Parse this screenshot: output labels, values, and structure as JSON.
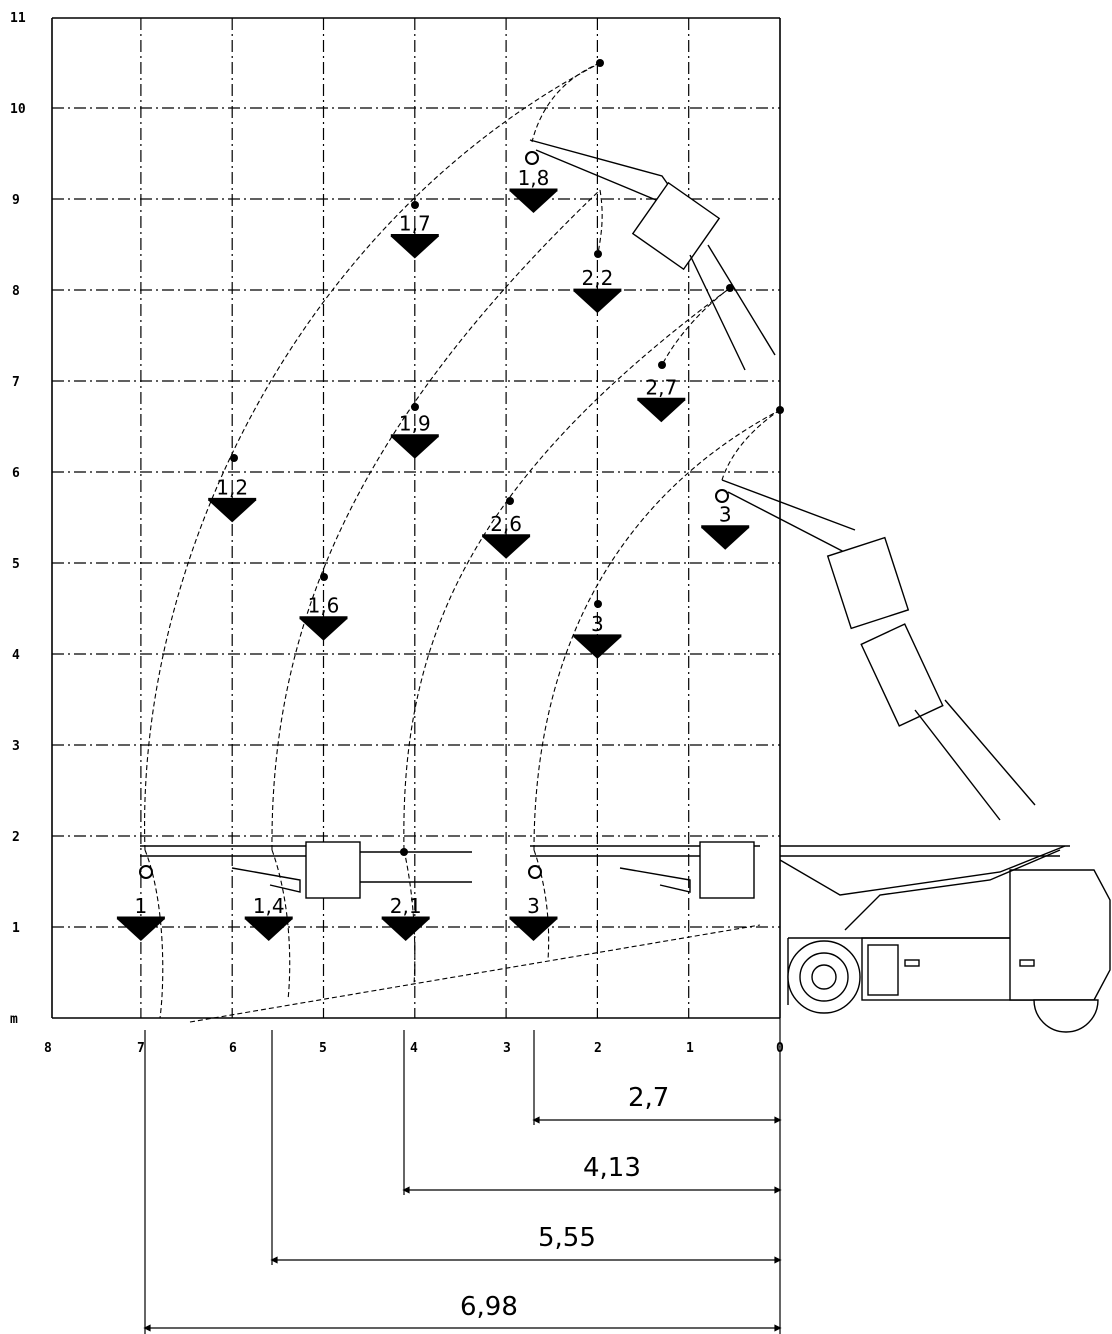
{
  "y_axis": {
    "ticks": [
      "11",
      "10",
      "9",
      "8",
      "7",
      "6",
      "5",
      "4",
      "3",
      "2",
      "1"
    ],
    "unit": "m"
  },
  "x_axis": {
    "ticks": [
      "8",
      "7",
      "6",
      "5",
      "4",
      "3",
      "2",
      "1",
      "0"
    ]
  },
  "load_points": [
    {
      "label": "1,8",
      "x_m": 2.7,
      "y_m": 9.0
    },
    {
      "label": "1,7",
      "x_m": 4.0,
      "y_m": 8.5
    },
    {
      "label": "2,2",
      "x_m": 2.0,
      "y_m": 7.9
    },
    {
      "label": "2,7",
      "x_m": 1.3,
      "y_m": 6.7
    },
    {
      "label": "1,2",
      "x_m": 6.0,
      "y_m": 5.6
    },
    {
      "label": "1,9",
      "x_m": 4.0,
      "y_m": 6.3
    },
    {
      "label": "2,6",
      "x_m": 3.0,
      "y_m": 5.2
    },
    {
      "label": "3",
      "x_m": 0.6,
      "y_m": 5.3
    },
    {
      "label": "1,6",
      "x_m": 5.0,
      "y_m": 4.3
    },
    {
      "label": "3",
      "x_m": 2.0,
      "y_m": 4.1
    },
    {
      "label": "1",
      "x_m": 7.0,
      "y_m": 1.0
    },
    {
      "label": "1,4",
      "x_m": 5.6,
      "y_m": 1.0
    },
    {
      "label": "2,1",
      "x_m": 4.1,
      "y_m": 1.0
    },
    {
      "label": "3",
      "x_m": 2.7,
      "y_m": 1.0
    }
  ],
  "reach_dimensions": [
    "2,7",
    "4,13",
    "5,55",
    "6,98"
  ]
}
